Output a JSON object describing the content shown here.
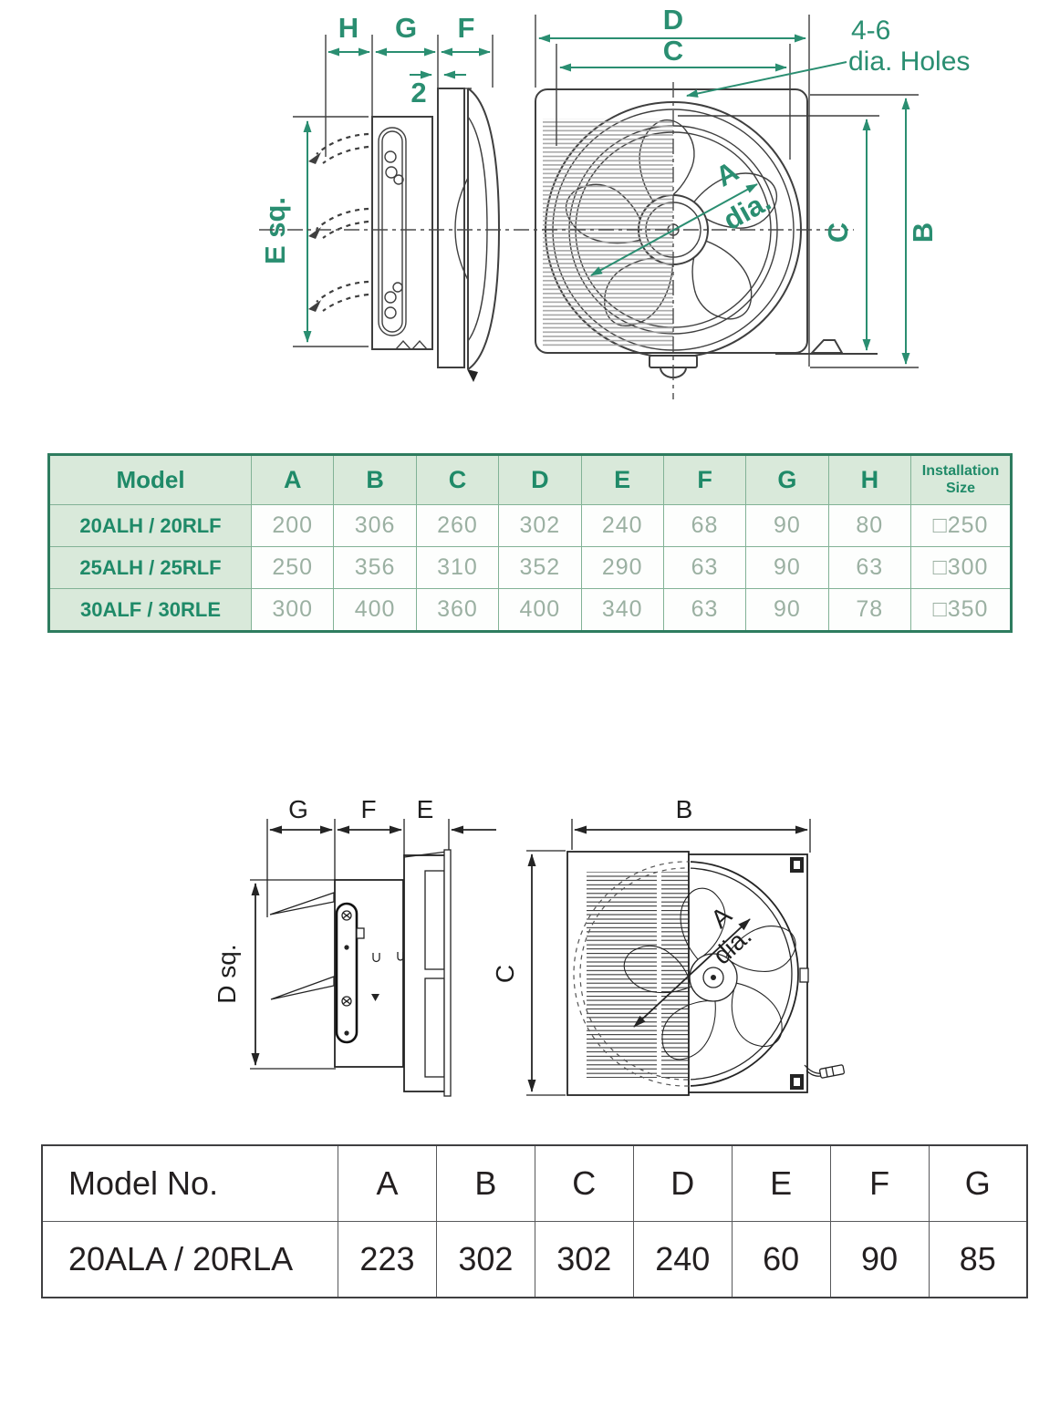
{
  "colors": {
    "teal": "#2a8e71",
    "drawing_gray": "#3f3f3f",
    "drawing_black": "#242424",
    "table1_header_bg": "#d9e9da",
    "table1_header_text": "#1f8a68",
    "table1_value_text": "#9bb0a2",
    "table1_border": "#82b296",
    "table1_outer_border": "#2e7c5f",
    "table2_text": "#231f20",
    "table2_border": "#58595b"
  },
  "top_drawing": {
    "side_view": {
      "dim_h": "H",
      "dim_g": "G",
      "dim_f": "F",
      "dim_2": "2",
      "dim_e_sq": "E sq."
    },
    "front_view": {
      "dim_d": "D",
      "dim_c_top": "C",
      "holes_line1": "4-6",
      "holes_line2": "dia. Holes",
      "dim_a": "A",
      "dim_dia": "dia.",
      "dim_c_right": "C",
      "dim_b": "B"
    }
  },
  "table1": {
    "headers": [
      "Model",
      "A",
      "B",
      "C",
      "D",
      "E",
      "F",
      "G",
      "H",
      "Installation\nSize"
    ],
    "rows": [
      [
        "20ALH / 20RLF",
        "200",
        "306",
        "260",
        "302",
        "240",
        "68",
        "90",
        "80",
        "□250"
      ],
      [
        "25ALH / 25RLF",
        "250",
        "356",
        "310",
        "352",
        "290",
        "63",
        "90",
        "63",
        "□300"
      ],
      [
        "30ALF / 30RLE",
        "300",
        "400",
        "360",
        "400",
        "340",
        "63",
        "90",
        "78",
        "□350"
      ]
    ]
  },
  "bottom_drawing": {
    "side_view": {
      "dim_g": "G",
      "dim_f": "F",
      "dim_e": "E",
      "dim_d_sq": "D sq."
    },
    "front_view": {
      "dim_b": "B",
      "dim_c": "C",
      "dim_a": "A",
      "dim_dia": "dia."
    }
  },
  "table2": {
    "headers": [
      "Model No.",
      "A",
      "B",
      "C",
      "D",
      "E",
      "F",
      "G"
    ],
    "rows": [
      [
        "20ALA / 20RLA",
        "223",
        "302",
        "302",
        "240",
        "60",
        "90",
        "85"
      ]
    ]
  }
}
